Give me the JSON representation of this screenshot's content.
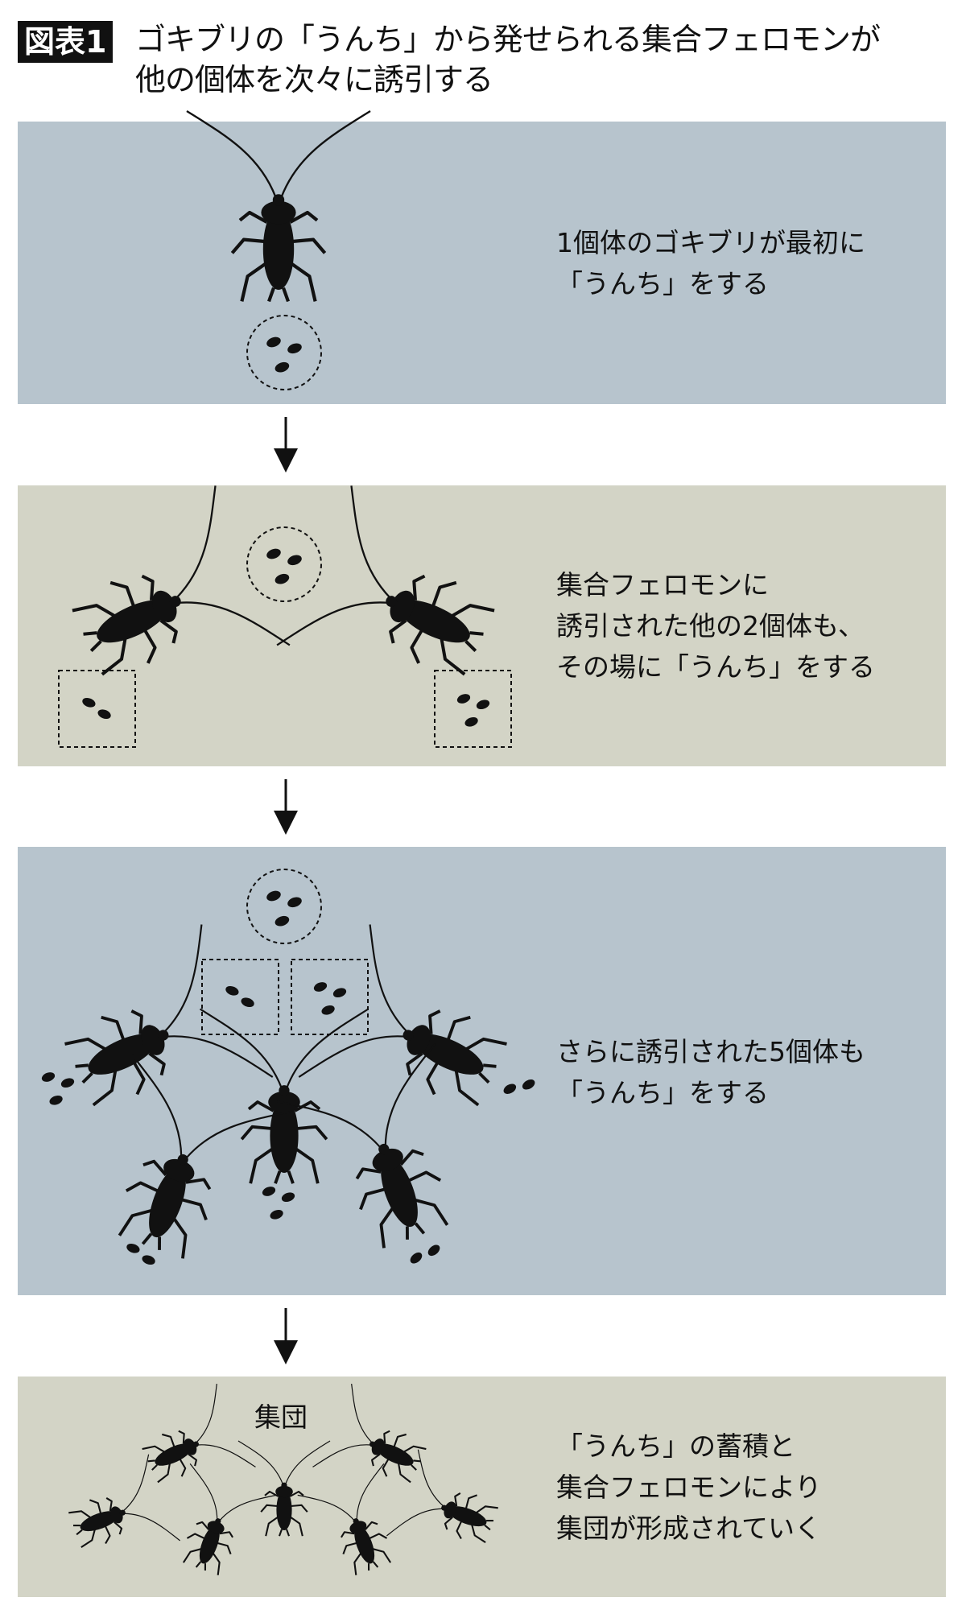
{
  "header": {
    "badge": "図表1",
    "title_line1": "ゴキブリの「うんち」から発せられる集合フェロモンが",
    "title_line2": "他の個体を次々に誘引する"
  },
  "panels": [
    {
      "lines": [
        "1個体のゴキブリが最初に",
        "「うんち」をする"
      ]
    },
    {
      "lines": [
        "集合フェロモンに",
        "誘引された他の2個体も、",
        "その場に「うんち」をする"
      ]
    },
    {
      "lines": [
        "さらに誘引された5個体も",
        "「うんち」をする"
      ]
    },
    {
      "label": "集団",
      "lines": [
        "「うんち」の蓄積と",
        "集合フェロモンにより",
        "集団が形成されていく"
      ]
    }
  ],
  "colors": {
    "panel_blue": "#b7c4cd",
    "panel_olive": "#d3d4c6",
    "ink": "#111111"
  }
}
